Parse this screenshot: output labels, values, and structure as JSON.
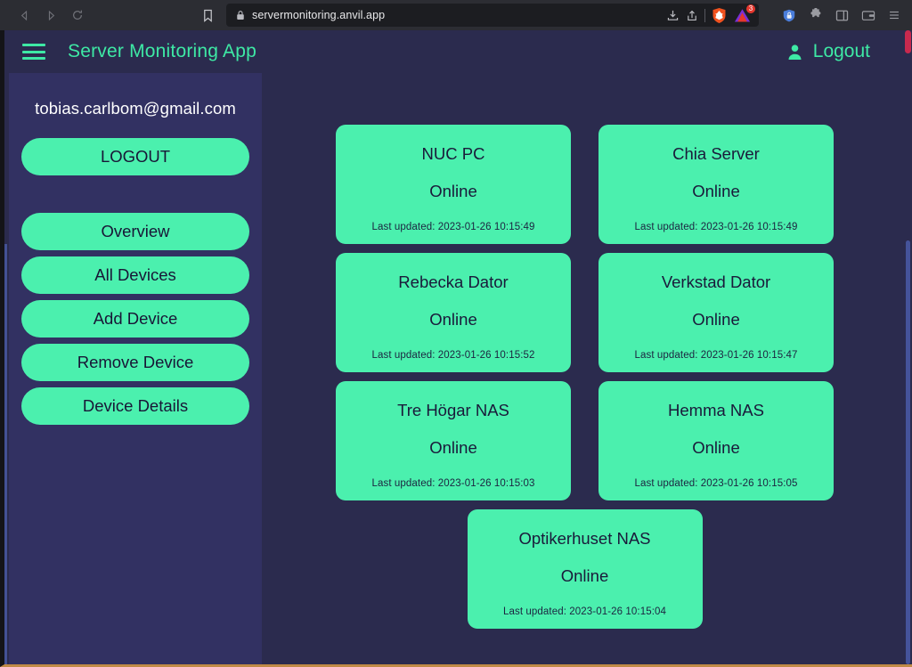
{
  "browser": {
    "back_icon": "back-arrow-icon",
    "forward_icon": "forward-arrow-icon",
    "reload_icon": "reload-icon",
    "bookmark_icon": "bookmark-icon",
    "url": "servermonitoring.anvil.app",
    "lock_icon": "lock-icon",
    "download_icon": "download-icon",
    "share_icon": "share-icon",
    "brave_shield_icon": "brave-shield-icon",
    "notification_icon": "triangle-alert-icon",
    "notification_badge": "3",
    "vpn_icon": "vpn-shield-lock-icon",
    "extensions_icon": "puzzle-piece-icon",
    "sidebar_icon": "sidebar-panel-icon",
    "wallet_icon": "wallet-icon",
    "menu_icon": "hamburger-menu-icon"
  },
  "header": {
    "menu_icon": "hamburger-menu-icon",
    "title": "Server Monitoring App",
    "user_icon": "person-icon",
    "logout_label": "Logout"
  },
  "sidebar": {
    "email": "tobias.carlbom@gmail.com",
    "logout_label": "LOGOUT",
    "nav_items": [
      {
        "label": "Overview"
      },
      {
        "label": "All Devices"
      },
      {
        "label": "Add Device"
      },
      {
        "label": "Remove Device"
      },
      {
        "label": "Device Details"
      }
    ]
  },
  "main": {
    "devices": [
      {
        "name": "NUC PC",
        "status": "Online",
        "updated": "Last updated: 2023-01-26 10:15:49"
      },
      {
        "name": "Chia Server",
        "status": "Online",
        "updated": "Last updated: 2023-01-26 10:15:49"
      },
      {
        "name": "Rebecka Dator",
        "status": "Online",
        "updated": "Last updated: 2023-01-26 10:15:52"
      },
      {
        "name": "Verkstad Dator",
        "status": "Online",
        "updated": "Last updated: 2023-01-26 10:15:47"
      },
      {
        "name": "Tre Högar NAS",
        "status": "Online",
        "updated": "Last updated: 2023-01-26 10:15:03"
      },
      {
        "name": "Hemma NAS",
        "status": "Online",
        "updated": "Last updated: 2023-01-26 10:15:05"
      },
      {
        "name": "Optikerhuset NAS",
        "status": "Online",
        "updated": "Last updated: 2023-01-26 10:15:04"
      }
    ]
  },
  "colors": {
    "accent_green": "#4bf0ae",
    "header_green": "#3ee9a5",
    "page_bg": "#2b2b4e",
    "sidebar_bg": "#323162",
    "card_text": "#1a1a3a",
    "chrome_bg": "#2c2d33",
    "badge_red": "#e5372e"
  }
}
